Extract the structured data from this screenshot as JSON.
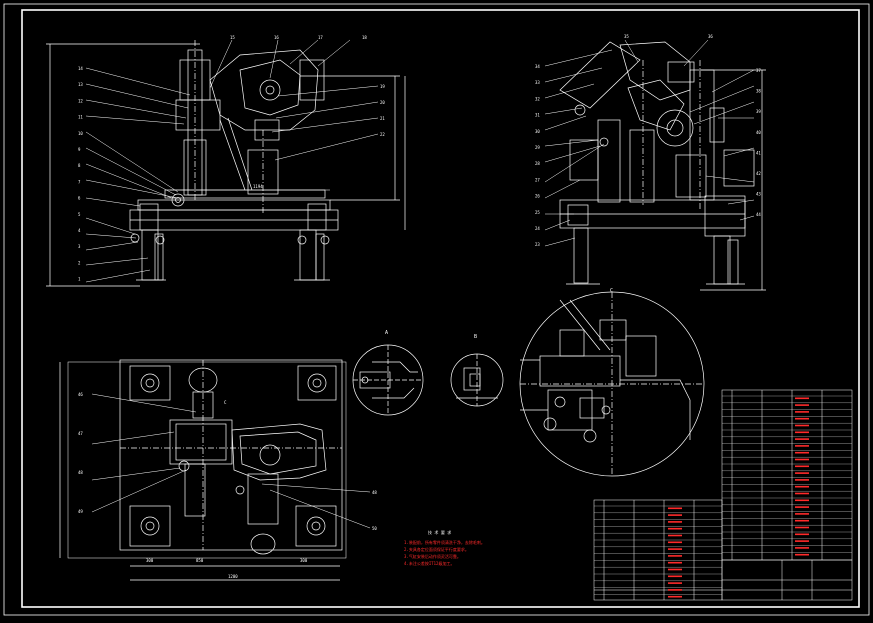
{
  "callouts": {
    "front": {
      "left": [
        "14",
        "13",
        "12",
        "11",
        "10",
        "9",
        "8",
        "7",
        "6",
        "5",
        "4",
        "3",
        "2",
        "1"
      ],
      "top": [
        "15",
        "16",
        "17",
        "18"
      ],
      "right": [
        "19",
        "20",
        "21",
        "22"
      ]
    },
    "side": {
      "left": [
        "34",
        "33",
        "32",
        "31",
        "30",
        "29",
        "28",
        "27",
        "26",
        "25",
        "24",
        "23"
      ],
      "top": [
        "35",
        "36"
      ],
      "right": [
        "37",
        "38",
        "39",
        "40",
        "41",
        "42",
        "43",
        "44"
      ]
    },
    "plan": {
      "left": [
        "46",
        "47",
        "48",
        "49"
      ],
      "right": [
        "48",
        "50"
      ],
      "top": [
        "C"
      ]
    }
  },
  "dimensions": {
    "front_width": "1194",
    "plan_row1": [
      "300",
      "850",
      "300"
    ],
    "plan_total": "1200"
  },
  "detail_views": [
    {
      "title": "A"
    },
    {
      "title": "B"
    },
    {
      "title": "C"
    }
  ],
  "notes": {
    "title": "技 术 要 求",
    "lines": [
      "1.装配前，所有零件须清洗干净，去除毛刺。",
      "2.夹具各定位面须保证平行度要求。",
      "3.气缸安装后动作须灵活可靠。",
      "4.未注公差按IT12级加工。"
    ]
  },
  "colors": {
    "line": "#ffffff",
    "accent": "#ff2a2a",
    "background": "#000000"
  }
}
